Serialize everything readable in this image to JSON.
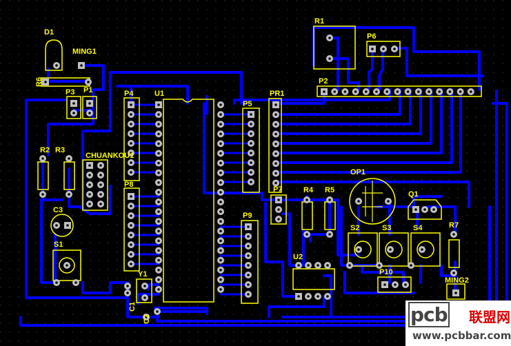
{
  "board": {
    "labels": {
      "d1": "D1",
      "ming1": "MING1",
      "r6": "R6",
      "p3": "P3",
      "p1": "P1",
      "p4": "P4",
      "u1": "U1",
      "r1": "R1",
      "p6": "P6",
      "p2": "P2",
      "p5": "P5",
      "pr1": "PR1",
      "r2": "R2",
      "r3": "R3",
      "chuankou": "CHUANKOU1",
      "p8": "P8",
      "c3": "C3",
      "s1": "S1",
      "p9": "P9",
      "p7": "P7",
      "r4": "R4",
      "r5": "R5",
      "op1": "OP1",
      "q1": "Q1",
      "s2": "S2",
      "s3": "S3",
      "s4": "S4",
      "r7": "R7",
      "u2": "U2",
      "p10": "P10",
      "ming2": "MING2",
      "y1": "Y1",
      "c1": "C1",
      "c2": "C2"
    },
    "colors": {
      "background": "#000000",
      "copper": "#0000ff",
      "silkscreen": "#ffff00",
      "pad": "#c0c0c0",
      "grid": "#3a3a3a"
    }
  },
  "watermark": {
    "brand_a": "pcb",
    "brand_b": "联盟网",
    "url": "www.pcbbar.com"
  }
}
